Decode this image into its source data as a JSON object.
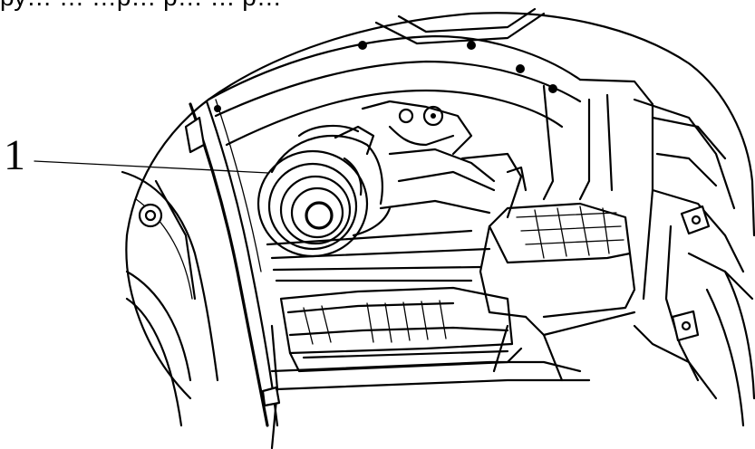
{
  "header": {
    "cropped_text": "ру…  … …р…  р…  …  р…"
  },
  "callouts": [
    {
      "number": "1",
      "target": "headlight-assembly"
    }
  ],
  "colors": {
    "line": "#000000",
    "background": "#ffffff"
  }
}
